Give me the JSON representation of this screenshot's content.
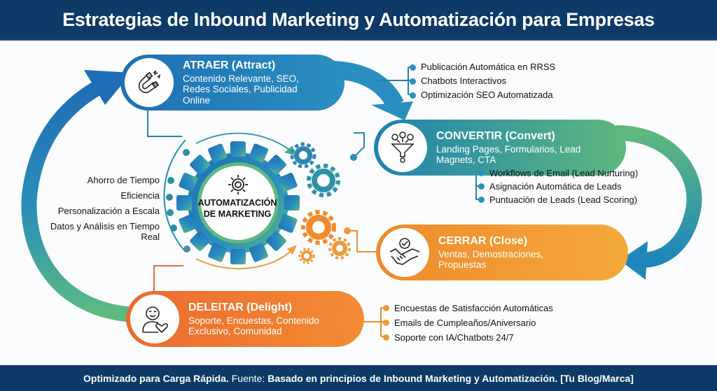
{
  "header": {
    "title": "Estrategias de Inbound Marketing y Automatización para Empresas"
  },
  "colors": {
    "header_bg": "#0d3a66",
    "attract": "#1f6fb4",
    "convert_start": "#1e82b0",
    "convert_end": "#5fb87d",
    "close": "#f08a2c",
    "delight": "#ec6a2e"
  },
  "stages": {
    "attract": {
      "title": "ATRAER (Attract)",
      "description": "Contenido Relevante, SEO, Redes Sociales, Publicidad Online",
      "icon": "magnet-icon",
      "automations": [
        "Publicación Automática en RRSS",
        "Chatbots Interactivos",
        "Optimización SEO Automatizada"
      ]
    },
    "convert": {
      "title": "CONVERTIR (Convert)",
      "description": "Landing Pages, Formularios, Lead Magnets, CTA",
      "icon": "funnel-icon",
      "automations": [
        "Workflows de Email (Lead Nurturing)",
        "Asignación Automática de Leads",
        "Puntuación de Leads (Lead Scoring)"
      ]
    },
    "close": {
      "title": "CERRAR (Close)",
      "description": "Ventas, Demostraciones, Propuestas",
      "icon": "handshake-icon"
    },
    "delight": {
      "title": "DELEITAR (Delight)",
      "description": "Soporte, Encuestas, Contenido Exclusivo, Comunidad",
      "icon": "happy-customer-icon",
      "automations": [
        "Encuestas de Satisfacción Automáticas",
        "Emails de Cumpleaños/Aniversario",
        "Soporte con IA/Chatbots 24/7"
      ]
    }
  },
  "center": {
    "label_line1": "AUTOMATIZACIÓN",
    "label_line2": "DE MARKETING",
    "icon": "gear-icon"
  },
  "benefits": [
    "Ahorro de Tiempo",
    "Eficiencia",
    "Personalización a Escala",
    "Datos y Análisis en Tiempo Real"
  ],
  "footer": {
    "part1": "Optimizado para Carga Rápida.",
    "part2": "Fuente:",
    "part3": "Basado en principios de Inbound Marketing y Automatización. [Tu Blog/Marca]"
  }
}
